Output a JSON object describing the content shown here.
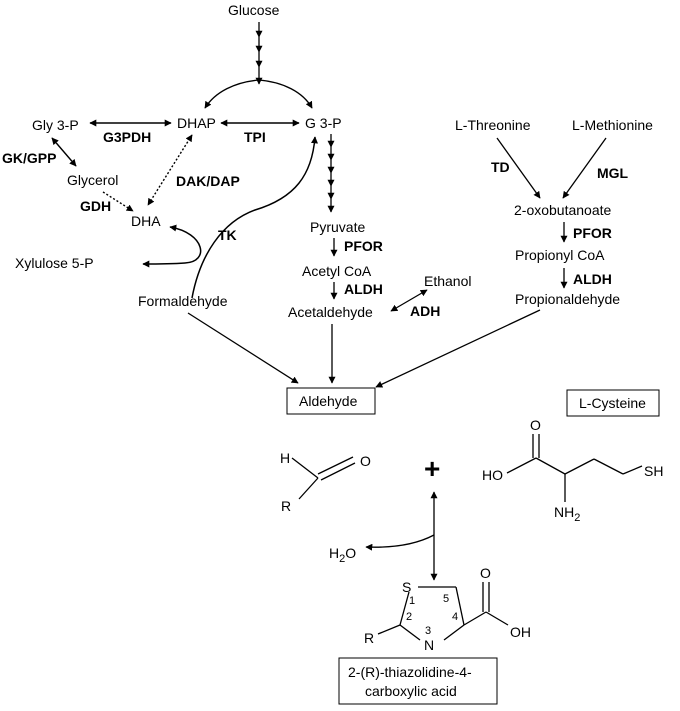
{
  "metabolites": {
    "glucose": "Glucose",
    "dhap": "DHAP",
    "g3p": "G 3-P",
    "gly3p": "Gly 3-P",
    "glycerol": "Glycerol",
    "dha": "DHA",
    "xylulose5p": "Xylulose 5-P",
    "formaldehyde": "Formaldehyde",
    "pyruvate": "Pyruvate",
    "acetylcoa": "Acetyl CoA",
    "acetaldehyde": "Acetaldehyde",
    "ethanol": "Ethanol",
    "threonine": "L-Threonine",
    "methionine": "L-Methionine",
    "oxobutanoate": "2-oxobutanoate",
    "propionylcoa": "Propionyl CoA",
    "propionaldehyde": "Propionaldehyde",
    "aldehyde": "Aldehyde",
    "cysteine": "L-Cysteine",
    "water": "H",
    "water_sub": "2",
    "water_o": "O",
    "product_line1": "2-(R)-thiazolidine-4-",
    "product_line2": "carboxylic acid"
  },
  "enzymes": {
    "g3pdh": "G3PDH",
    "tpi": "TPI",
    "gkgpp": "GK/GPP",
    "dakdap": "DAK/DAP",
    "gdh": "GDH",
    "tk": "TK",
    "pfor1": "PFOR",
    "aldh1": "ALDH",
    "adh": "ADH",
    "td": "TD",
    "mgl": "MGL",
    "pfor2": "PFOR",
    "aldh2": "ALDH"
  },
  "structures": {
    "aldehyde_h": "H",
    "aldehyde_o": "O",
    "aldehyde_r": "R",
    "plus": "+",
    "cys_o": "O",
    "cys_ho": "HO",
    "cys_sh": "SH",
    "cys_nh": "NH",
    "cys_nh_sub": "2",
    "thz_s": "S",
    "thz_n": "N",
    "thz_r": "R",
    "thz_o": "O",
    "thz_oh": "OH",
    "thz_n1": "1",
    "thz_n2": "2",
    "thz_n3": "3",
    "thz_n4": "4",
    "thz_n5": "5"
  }
}
